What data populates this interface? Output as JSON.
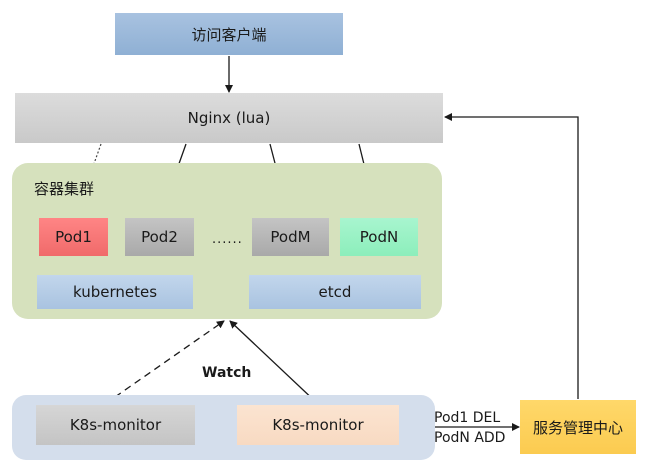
{
  "diagram": {
    "client": {
      "label": "访问客户端"
    },
    "nginx": {
      "label": "Nginx (lua)"
    },
    "cluster": {
      "label": "容器集群",
      "pods": [
        {
          "label": "Pod1",
          "state": "removed",
          "color": "#f47777"
        },
        {
          "label": "Pod2",
          "state": "normal",
          "color": "#b5b5b5"
        },
        {
          "label": "PodM",
          "state": "normal",
          "color": "#b5b5b5"
        },
        {
          "label": "PodN",
          "state": "added",
          "color": "#99f1c6"
        }
      ],
      "ellipsis": "......",
      "components": [
        {
          "label": "kubernetes"
        },
        {
          "label": "etcd"
        }
      ]
    },
    "monitors": [
      {
        "label": "K8s-monitor",
        "state": "standby"
      },
      {
        "label": "K8s-monitor",
        "state": "active"
      }
    ],
    "watch_label": "Watch",
    "events": [
      "Pod1 DEL",
      "PodN ADD"
    ],
    "service_center": {
      "label": "服务管理中心"
    },
    "colors": {
      "cluster_bg": "#d6e1bd",
      "monitor_group_bg": "#d4deec",
      "service_center": "#fdd35c",
      "arrow": "#1a1a1a"
    }
  }
}
